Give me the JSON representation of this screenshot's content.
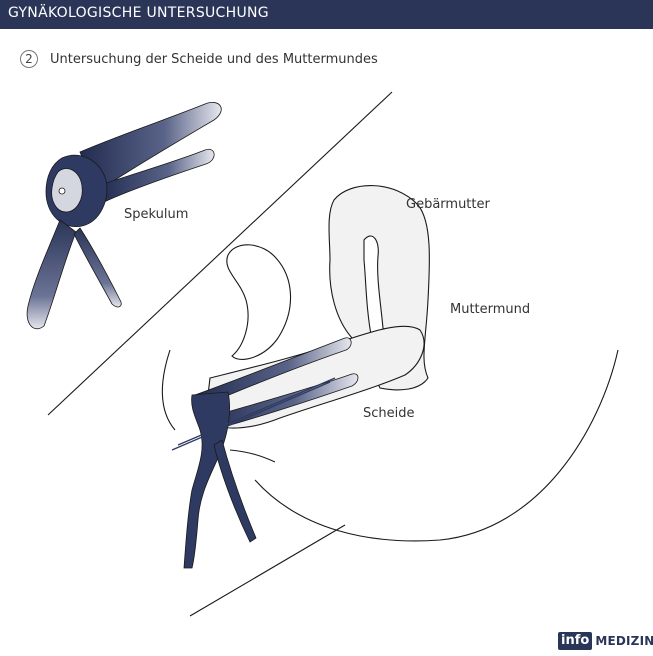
{
  "header": {
    "title": "GYNÄKOLOGISCHE UNTERSUCHUNG"
  },
  "step": {
    "number": "2",
    "text": "Untersuchung der Scheide und des Muttermundes"
  },
  "labels": {
    "spekulum": "Spekulum",
    "gebaermutter": "Gebärmutter",
    "muttermund": "Muttermund",
    "scheide": "Scheide"
  },
  "logo": {
    "info": "info",
    "medizin": "MEDIZIN"
  },
  "colors": {
    "header_bg": "#2a3558",
    "instrument": "#2f3a62",
    "tissue_fill": "#f2f2f2",
    "line": "#1a1a1a"
  }
}
